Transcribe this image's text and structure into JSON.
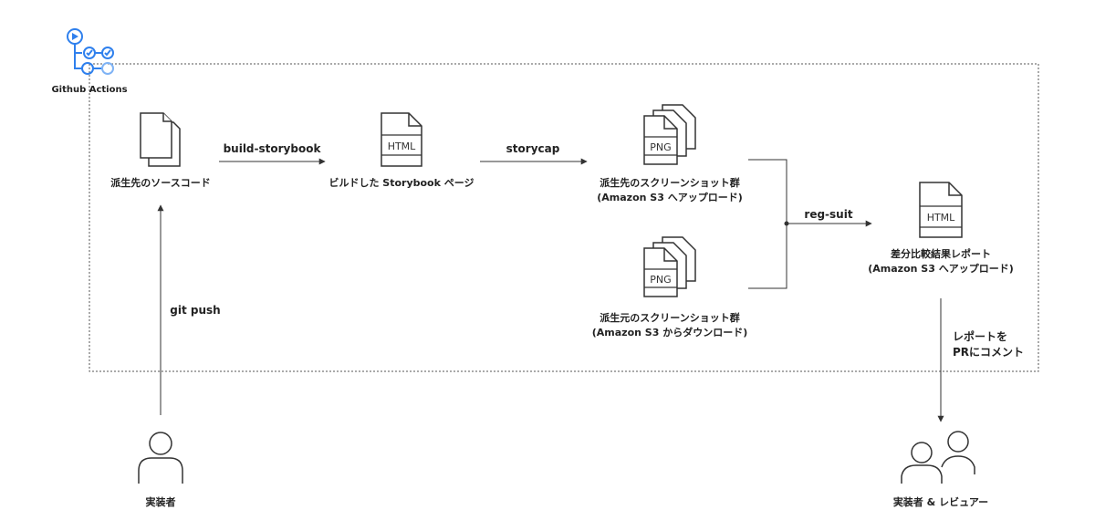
{
  "app": {
    "name": "Github Actions",
    "accent_color": "#2f80ed"
  },
  "nodes": {
    "source": {
      "label": "派生先のソースコード",
      "icon": "document-stack-icon"
    },
    "storybook": {
      "label": "ビルドした Storybook ページ",
      "icon": "html-file-icon",
      "file_text": "HTML"
    },
    "head_shots": {
      "line1": "派生先のスクリーンショット群",
      "line2": "(Amazon S3 へアップロード)",
      "icon": "png-files-icon",
      "file_text": "PNG"
    },
    "base_shots": {
      "line1": "派生元のスクリーンショット群",
      "line2": "(Amazon S3 からダウンロード)",
      "icon": "png-files-icon",
      "file_text": "PNG"
    },
    "report": {
      "line1": "差分比較結果レポート",
      "line2": "(Amazon S3 へアップロード)",
      "icon": "html-file-icon",
      "file_text": "HTML"
    },
    "implementer": {
      "label": "実装者",
      "icon": "person-icon"
    },
    "reviewers": {
      "label": "実装者 & レビュアー",
      "icon": "people-icon"
    }
  },
  "edges": {
    "build": "build-storybook",
    "capture": "storycap",
    "compare": "reg-suit",
    "push": "git push",
    "comment_line1": "レポートを",
    "comment_line2": "PRにコメント"
  }
}
